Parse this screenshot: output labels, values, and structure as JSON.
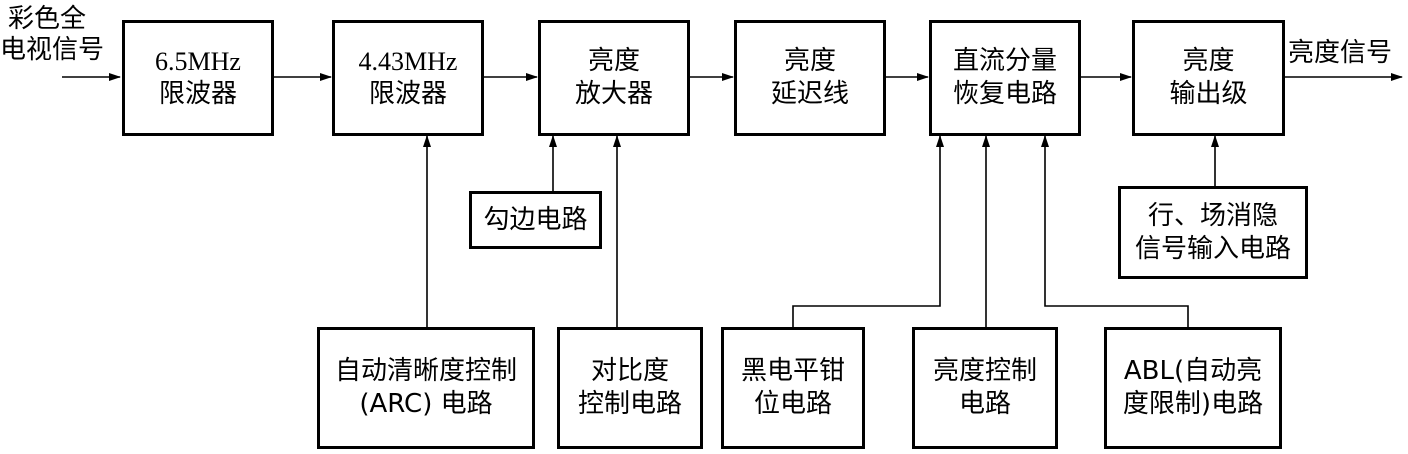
{
  "input_label": [
    "彩色全",
    "电视信号"
  ],
  "output_label": "亮度信号",
  "main_chain": [
    {
      "id": "filter65",
      "lines": [
        "6.5MHz",
        "限波器"
      ]
    },
    {
      "id": "filter443",
      "lines": [
        "4.43MHz",
        "限波器"
      ]
    },
    {
      "id": "amp",
      "lines": [
        "亮度",
        "放大器"
      ]
    },
    {
      "id": "delay",
      "lines": [
        "亮度",
        "延迟线"
      ]
    },
    {
      "id": "dc",
      "lines": [
        "直流分量",
        "恢复电路"
      ]
    },
    {
      "id": "out",
      "lines": [
        "亮度",
        "输出级"
      ]
    }
  ],
  "side_boxes": [
    {
      "id": "edge",
      "lines": [
        "勾边电路"
      ]
    },
    {
      "id": "blank",
      "lines": [
        "行、场消隐",
        "信号输入电路"
      ]
    },
    {
      "id": "arc",
      "lines": [
        "自动清晰度控制",
        "(ARC) 电路"
      ]
    },
    {
      "id": "contrast",
      "lines": [
        "对比度",
        "控制电路"
      ]
    },
    {
      "id": "clamp",
      "lines": [
        "黑电平钳",
        "位电路"
      ]
    },
    {
      "id": "bright",
      "lines": [
        "亮度控制",
        "电路"
      ]
    },
    {
      "id": "abl",
      "lines": [
        "ABL(自动亮",
        "度限制)电路"
      ]
    }
  ]
}
